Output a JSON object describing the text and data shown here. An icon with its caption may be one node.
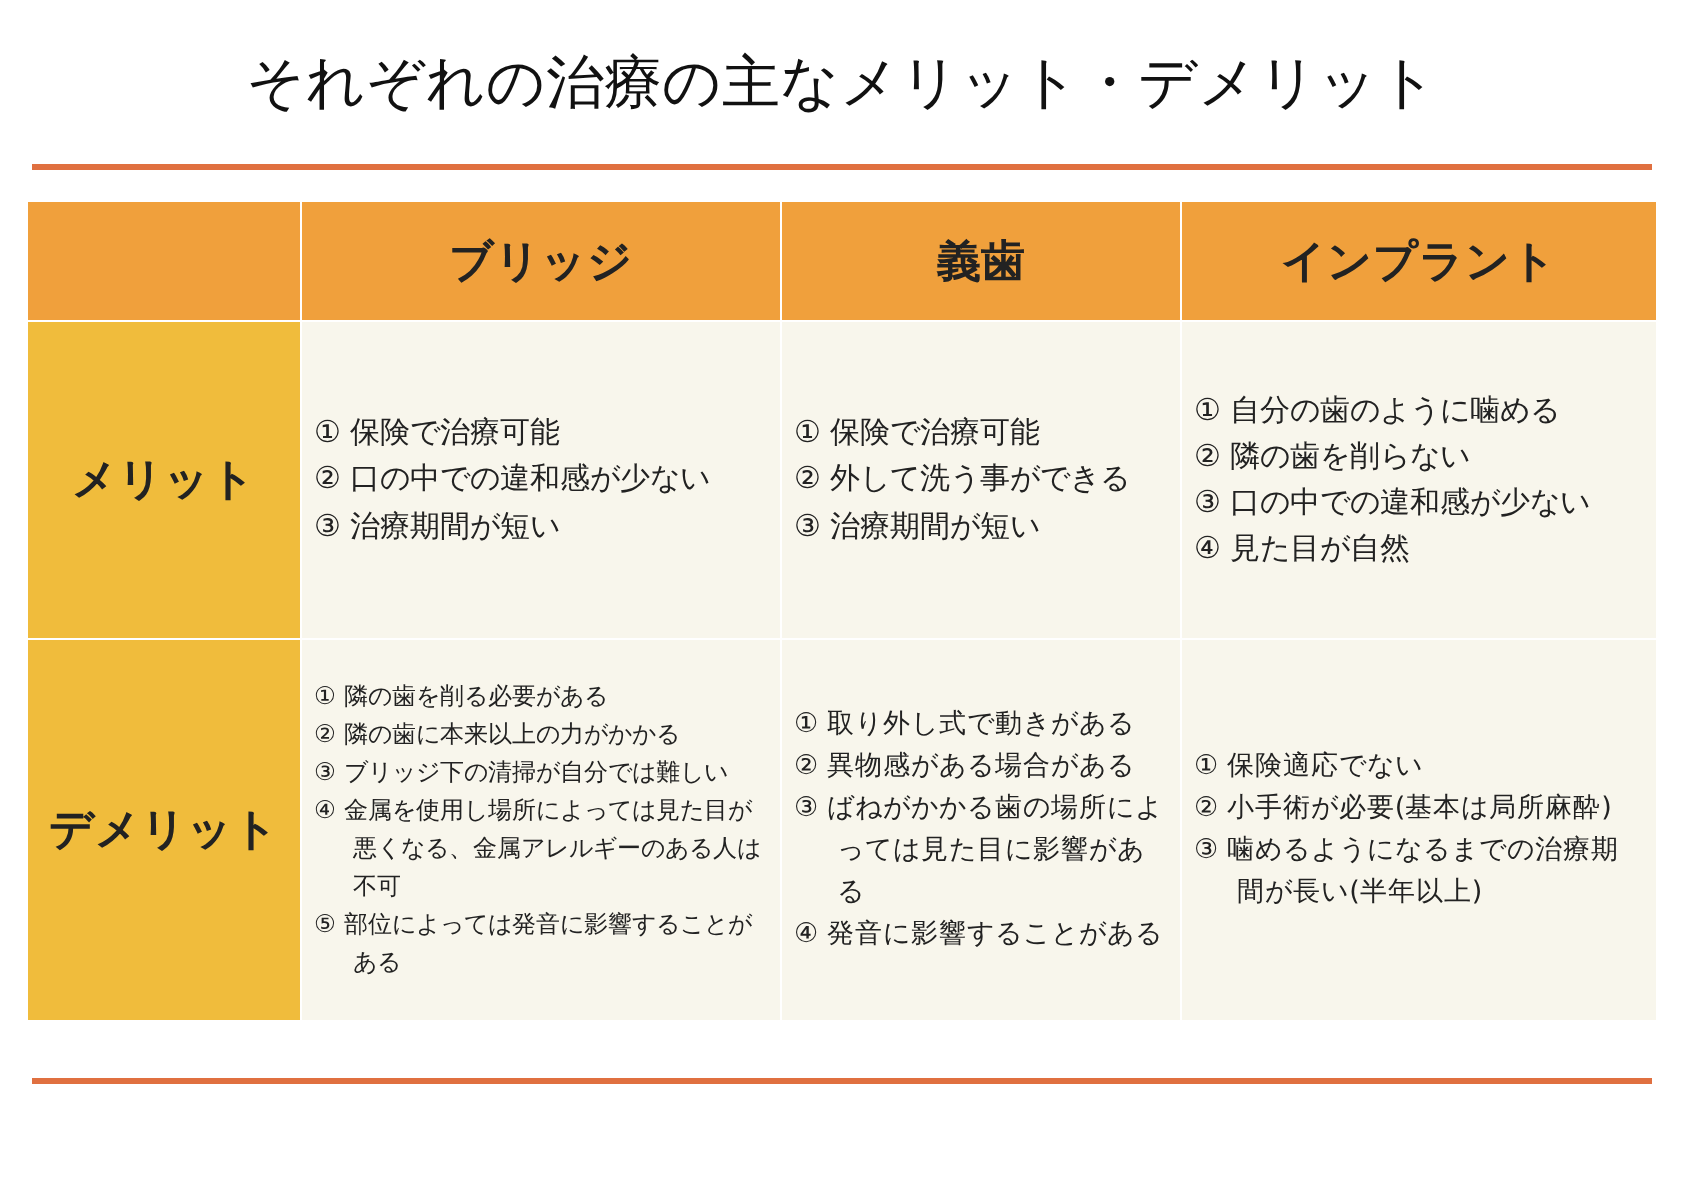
{
  "diagram": {
    "title": "それぞれの治療の主なメリット・デメリット",
    "labels": [
      "ブリッジ",
      "義歯",
      "インプラント",
      "メリット",
      "① 保険で治療可能",
      "② 口の中での違和感が少ない",
      "③ 治療期間が短い",
      "① 保険で治療可能",
      "② 外して洗う事ができる",
      "③ 治療期間が短い",
      "① 自分の歯のように噛める",
      "② 隣の歯を削らない",
      "③ 口の中での違和感が少ない",
      "④ 見た目が自然",
      "デメリット",
      "① 隣の歯を削る必要がある",
      "② 隣の歯に本来以上の力がかかる",
      "③ ブリッジ下の清掃が自分では難しい",
      "④ 金属を使用し場所によっては見た目が悪くなる、金属アレルギーのある人は不可",
      "⑤ 部位によっては発音に影響することがある",
      "① 取り外し式で動きがある",
      "② 異物感がある場合がある",
      "③ ばねがかかる歯の場所によっては見た目に影響がある",
      "④ 発音に影響することがある",
      "① 保険適応でない",
      "② 小手術が必要(基本は局所麻酔)",
      "③ 噛めるようになるまでの治療期間が長い(半年以上)"
    ]
  }
}
